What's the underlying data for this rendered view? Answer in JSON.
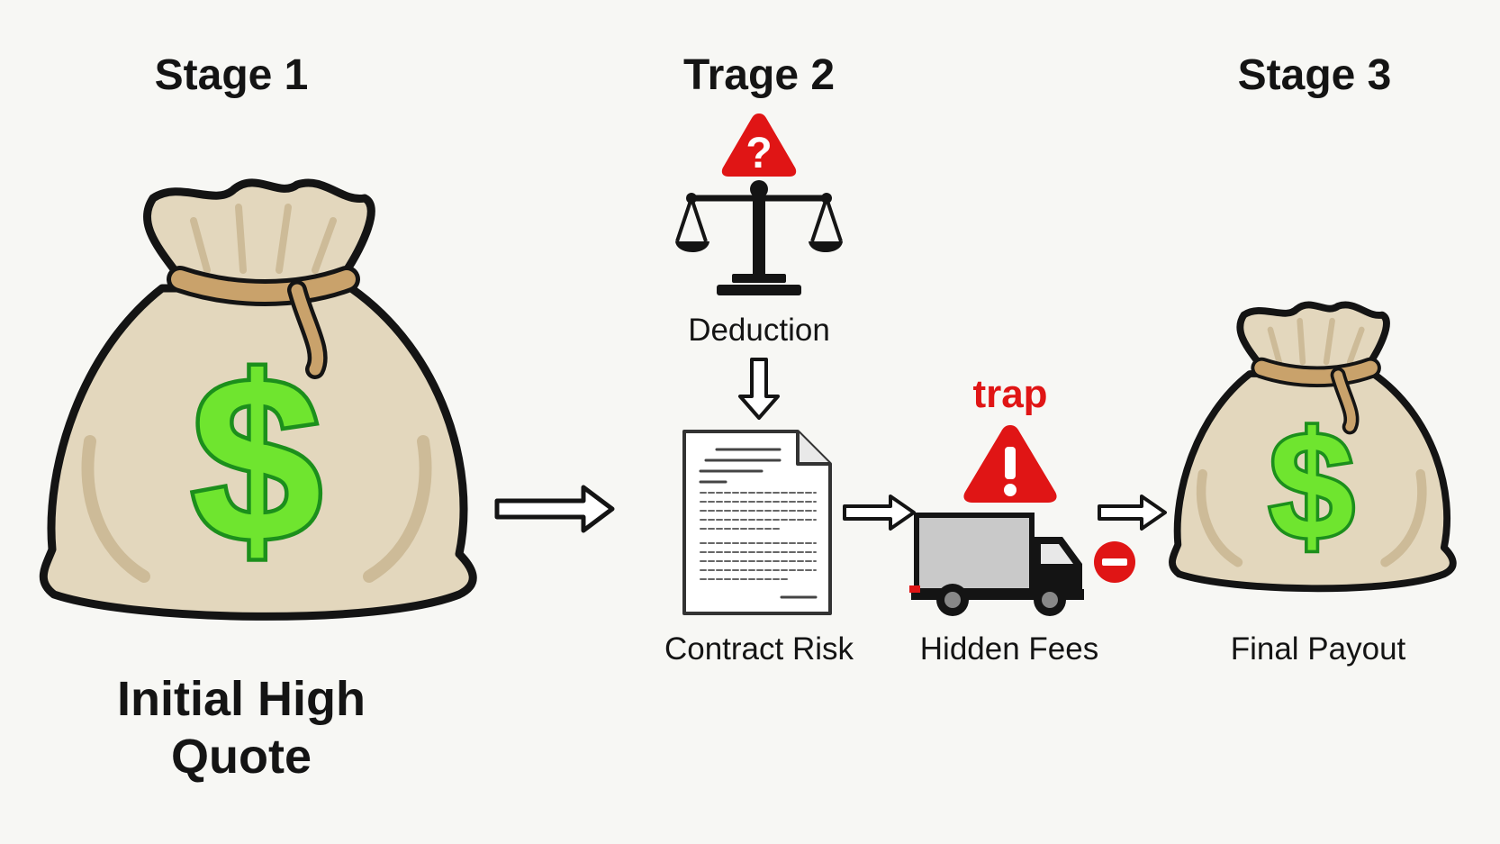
{
  "stages": [
    {
      "title": "Stage 1"
    },
    {
      "title": "Trage 2"
    },
    {
      "title": "Stage 3"
    }
  ],
  "stage1": {
    "label_line1": "Initial High",
    "label_line2": "Quote",
    "icon": "money-bag-icon"
  },
  "stage2": {
    "deduction_label": "Deduction",
    "contract_label": "Contract Risk",
    "trap_word": "trap",
    "fees_label": "Hidden Fees",
    "icons": [
      "question-warning-icon",
      "scales-icon",
      "contract-document-icon",
      "exclamation-warning-icon",
      "truck-icon",
      "minus-circle-icon"
    ]
  },
  "stage3": {
    "label": "Final Payout",
    "icon": "money-bag-icon"
  },
  "colors": {
    "bag_fill": "#e3d7bd",
    "bag_shade": "#cdbb98",
    "rope": "#c9a26b",
    "dollar_fill": "#6fe52f",
    "dollar_stroke": "#1c8f1c",
    "warning_red": "#e01515",
    "outline": "#141414"
  }
}
